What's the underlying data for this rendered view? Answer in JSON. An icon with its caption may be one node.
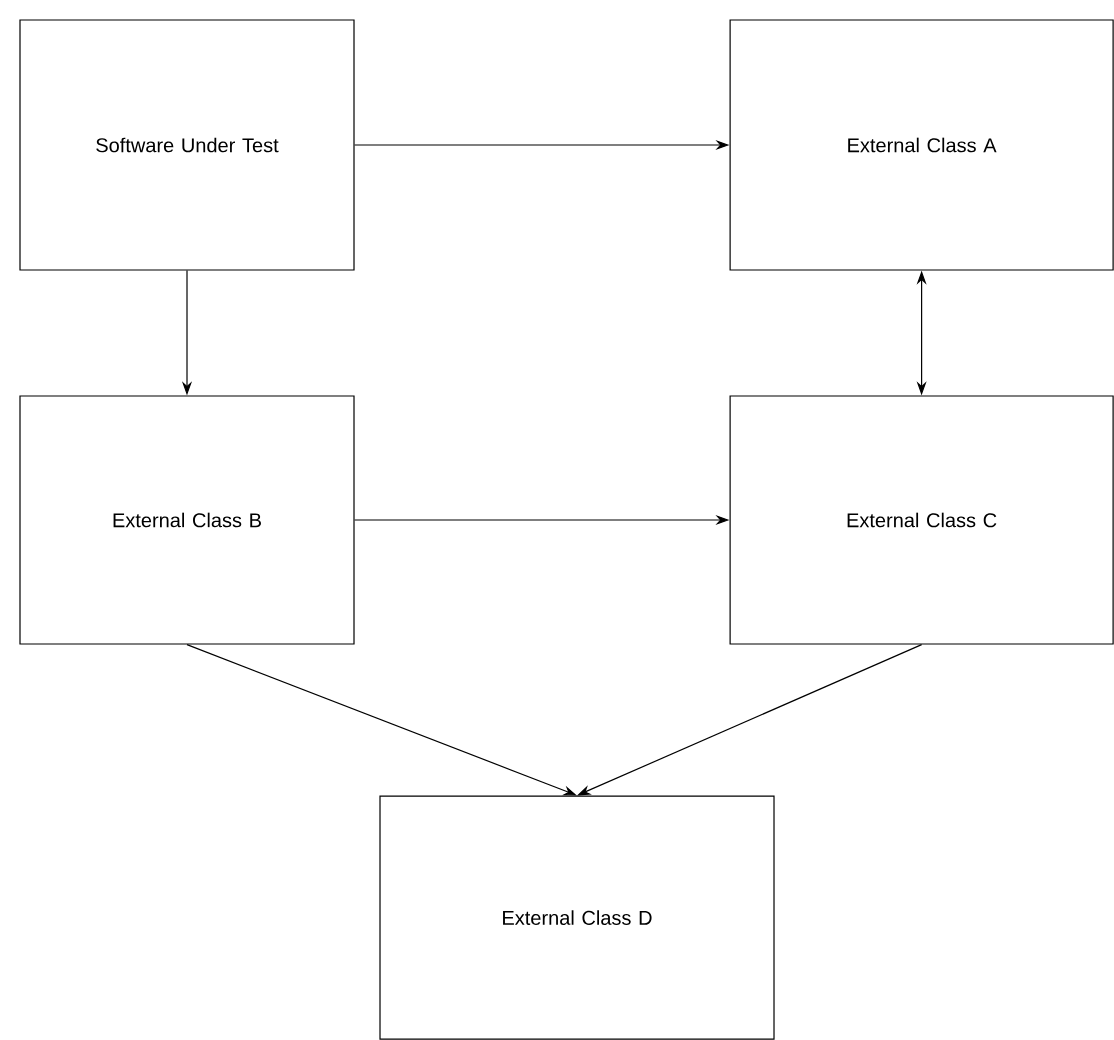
{
  "diagram": {
    "nodes": [
      {
        "text": [
          "Software Under Test"
        ]
      },
      {
        "text": [
          "External Class A"
        ]
      },
      {
        "text": [
          "External Class B"
        ]
      },
      {
        "text": [
          "External Class C"
        ]
      },
      {
        "text": [
          "External Class D"
        ]
      }
    ],
    "edges": [
      {
        "from": 0,
        "to": 1,
        "arrow": "to"
      },
      {
        "from": 0,
        "to": 2,
        "arrow": "to"
      },
      {
        "from": 1,
        "to": 3,
        "arrow": "both"
      },
      {
        "from": 2,
        "to": 3,
        "arrow": "to"
      },
      {
        "from": 2,
        "to": 4,
        "arrow": "to"
      },
      {
        "from": 3,
        "to": 4,
        "arrow": "to"
      }
    ]
  }
}
